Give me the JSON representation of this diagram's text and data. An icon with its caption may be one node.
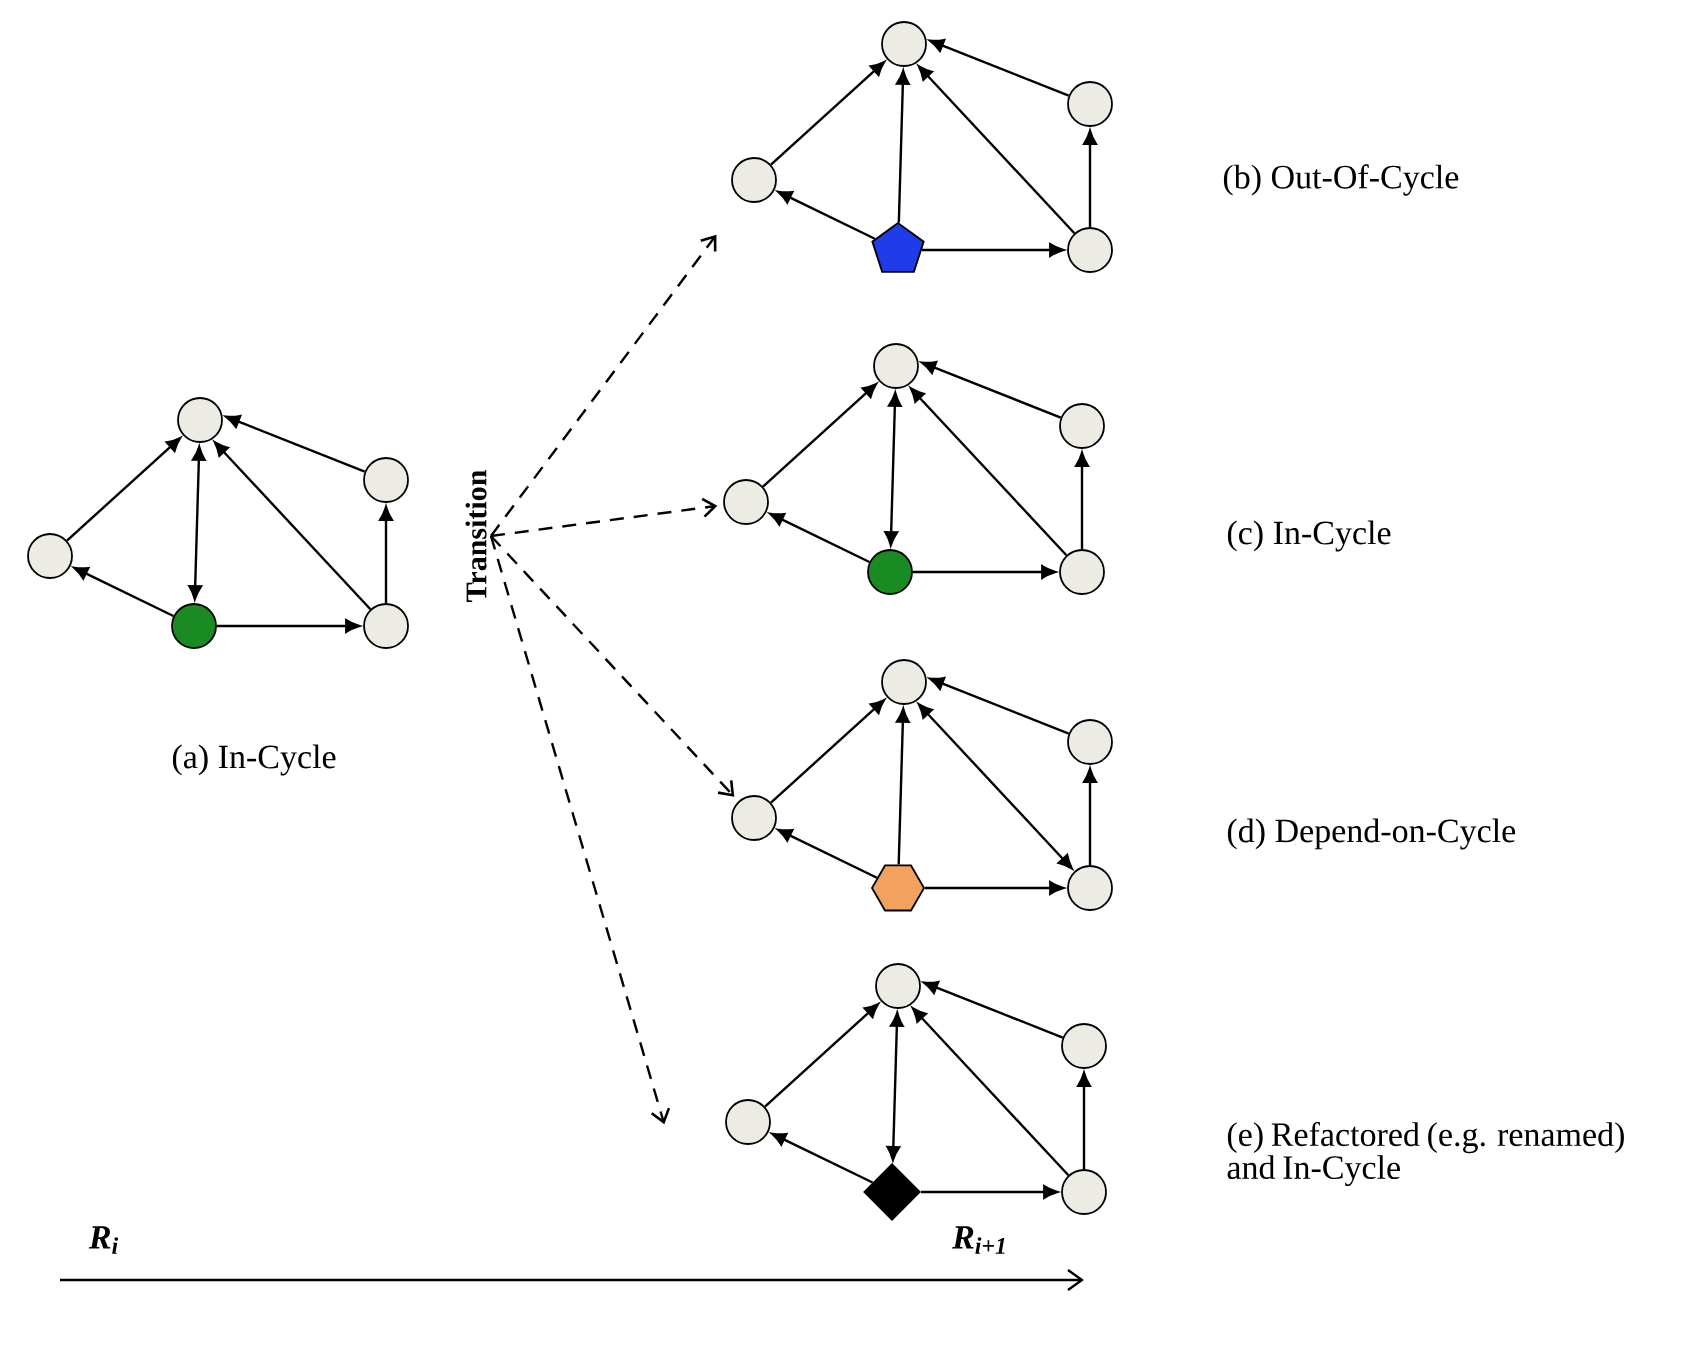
{
  "diagram": {
    "nodes": [
      {
        "text": [],
        "shape": "circle"
      },
      {
        "text": [],
        "shape": "circle"
      },
      {
        "text": [],
        "shape": "circle"
      },
      {
        "text": [],
        "shape": "circle"
      },
      {
        "text": [],
        "shape": "circle"
      },
      {
        "text": [],
        "shape": "circle"
      },
      {
        "text": [],
        "shape": "circle"
      },
      {
        "text": [],
        "shape": "circle"
      },
      {
        "text": [],
        "shape": "pentagon"
      },
      {
        "text": [],
        "shape": "circle"
      },
      {
        "text": [],
        "shape": "circle"
      },
      {
        "text": [],
        "shape": "circle"
      },
      {
        "text": [],
        "shape": "circle"
      },
      {
        "text": [],
        "shape": "circle"
      },
      {
        "text": [],
        "shape": "circle"
      },
      {
        "text": [],
        "shape": "circle"
      },
      {
        "text": [],
        "shape": "circle"
      },
      {
        "text": [],
        "shape": "circle"
      },
      {
        "text": [],
        "shape": "hexagon"
      },
      {
        "text": [],
        "shape": "circle"
      },
      {
        "text": [],
        "shape": "circle"
      },
      {
        "text": [],
        "shape": "circle"
      },
      {
        "text": [],
        "shape": "circle"
      },
      {
        "text": [],
        "shape": "diamond"
      },
      {
        "text": [],
        "shape": "circle"
      },
      {
        "text": [
          "Transition"
        ]
      }
    ],
    "edges": [
      {
        "from": 2,
        "to": 0,
        "arrow": "to"
      },
      {
        "from": 3,
        "to": 0,
        "arrow": "both"
      },
      {
        "from": 3,
        "to": 2,
        "arrow": "to"
      },
      {
        "from": 3,
        "to": 4,
        "arrow": "to"
      },
      {
        "from": 4,
        "to": 0,
        "arrow": "to"
      },
      {
        "from": 1,
        "to": 0,
        "arrow": "to"
      },
      {
        "from": 4,
        "to": 1,
        "arrow": "to"
      },
      {
        "from": 7,
        "to": 5,
        "arrow": "to"
      },
      {
        "from": 8,
        "to": 5,
        "arrow": "to"
      },
      {
        "from": 8,
        "to": 7,
        "arrow": "to"
      },
      {
        "from": 8,
        "to": 9,
        "arrow": "to"
      },
      {
        "from": 9,
        "to": 5,
        "arrow": "to"
      },
      {
        "from": 6,
        "to": 5,
        "arrow": "to"
      },
      {
        "from": 9,
        "to": 6,
        "arrow": "to"
      },
      {
        "from": 12,
        "to": 10,
        "arrow": "to"
      },
      {
        "from": 13,
        "to": 10,
        "arrow": "both"
      },
      {
        "from": 13,
        "to": 12,
        "arrow": "to"
      },
      {
        "from": 13,
        "to": 14,
        "arrow": "to"
      },
      {
        "from": 14,
        "to": 10,
        "arrow": "to"
      },
      {
        "from": 11,
        "to": 10,
        "arrow": "to"
      },
      {
        "from": 14,
        "to": 11,
        "arrow": "to"
      },
      {
        "from": 17,
        "to": 15,
        "arrow": "to"
      },
      {
        "from": 18,
        "to": 15,
        "arrow": "to"
      },
      {
        "from": 18,
        "to": 17,
        "arrow": "to"
      },
      {
        "from": 18,
        "to": 19,
        "arrow": "to"
      },
      {
        "from": 15,
        "to": 19,
        "arrow": "both"
      },
      {
        "from": 16,
        "to": 15,
        "arrow": "to"
      },
      {
        "from": 19,
        "to": 16,
        "arrow": "to"
      },
      {
        "from": 22,
        "to": 20,
        "arrow": "to"
      },
      {
        "from": 23,
        "to": 20,
        "arrow": "both"
      },
      {
        "from": 23,
        "to": 22,
        "arrow": "to"
      },
      {
        "from": 23,
        "to": 24,
        "arrow": "to"
      },
      {
        "from": 24,
        "to": 20,
        "arrow": "to"
      },
      {
        "from": 21,
        "to": 20,
        "arrow": "to"
      },
      {
        "from": 24,
        "to": 21,
        "arrow": "to"
      },
      {
        "from": 25,
        "to": null,
        "arrow": "to",
        "style": "dashed"
      },
      {
        "from": 25,
        "to": 12,
        "arrow": "to",
        "style": "dashed"
      },
      {
        "from": 25,
        "to": 17,
        "arrow": "to",
        "style": "dashed"
      },
      {
        "from": 25,
        "to": null,
        "arrow": "to",
        "style": "dashed"
      }
    ],
    "labels": [
      "(b) Out-Of-Cycle",
      "(c) In-Cycle",
      "(a) In-Cycle",
      "(d) Depend-on-Cycle",
      "(e) Refactored (e.g. renamed) and In-Cycle",
      "R$_{i}$",
      "R$_{i+1}$"
    ]
  }
}
